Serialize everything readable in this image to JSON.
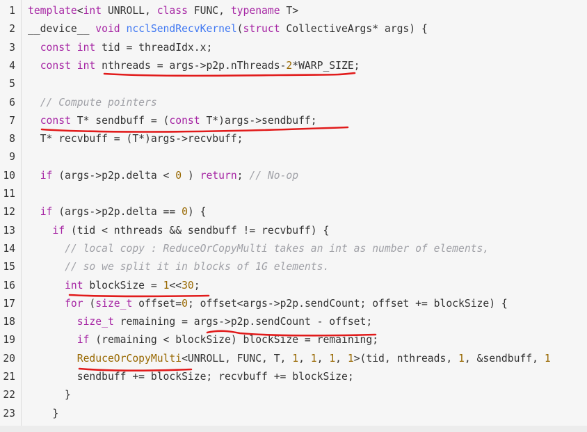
{
  "lines": [
    {
      "n": "1",
      "tokens": [
        {
          "t": "template",
          "c": "kw"
        },
        {
          "t": "<",
          "c": "pl"
        },
        {
          "t": "int",
          "c": "kw"
        },
        {
          "t": " UNROLL, ",
          "c": "pl"
        },
        {
          "t": "class",
          "c": "kw"
        },
        {
          "t": " FUNC, ",
          "c": "pl"
        },
        {
          "t": "typename",
          "c": "kw"
        },
        {
          "t": " T>",
          "c": "pl"
        }
      ]
    },
    {
      "n": "2",
      "tokens": [
        {
          "t": "__device__ ",
          "c": "pl"
        },
        {
          "t": "void",
          "c": "kw"
        },
        {
          "t": " ",
          "c": "pl"
        },
        {
          "t": "ncclSendRecvKernel",
          "c": "fn"
        },
        {
          "t": "(",
          "c": "pl"
        },
        {
          "t": "struct",
          "c": "kw"
        },
        {
          "t": " CollectiveArgs* args) {",
          "c": "pl"
        }
      ]
    },
    {
      "n": "3",
      "tokens": [
        {
          "t": "  ",
          "c": "pl"
        },
        {
          "t": "const",
          "c": "kw"
        },
        {
          "t": " ",
          "c": "pl"
        },
        {
          "t": "int",
          "c": "kw"
        },
        {
          "t": " tid = threadIdx.x;",
          "c": "pl"
        }
      ]
    },
    {
      "n": "4",
      "tokens": [
        {
          "t": "  ",
          "c": "pl"
        },
        {
          "t": "const",
          "c": "kw"
        },
        {
          "t": " ",
          "c": "pl"
        },
        {
          "t": "int",
          "c": "kw"
        },
        {
          "t": " nthreads = args->p2p.nThreads-",
          "c": "pl"
        },
        {
          "t": "2",
          "c": "nm"
        },
        {
          "t": "*WARP_SIZE;",
          "c": "pl"
        }
      ]
    },
    {
      "n": "5",
      "tokens": []
    },
    {
      "n": "6",
      "tokens": [
        {
          "t": "  ",
          "c": "pl"
        },
        {
          "t": "// Compute pointers",
          "c": "cm"
        }
      ]
    },
    {
      "n": "7",
      "tokens": [
        {
          "t": "  ",
          "c": "pl"
        },
        {
          "t": "const",
          "c": "kw"
        },
        {
          "t": " T* sendbuff = (",
          "c": "pl"
        },
        {
          "t": "const",
          "c": "kw"
        },
        {
          "t": " T*)args->sendbuff;",
          "c": "pl"
        }
      ]
    },
    {
      "n": "8",
      "tokens": [
        {
          "t": "  T* recvbuff = (T*)args->recvbuff;",
          "c": "pl"
        }
      ]
    },
    {
      "n": "9",
      "tokens": []
    },
    {
      "n": "10",
      "tokens": [
        {
          "t": "  ",
          "c": "pl"
        },
        {
          "t": "if",
          "c": "kw"
        },
        {
          "t": " (args->p2p.delta < ",
          "c": "pl"
        },
        {
          "t": "0",
          "c": "nm"
        },
        {
          "t": " ) ",
          "c": "pl"
        },
        {
          "t": "return",
          "c": "kw"
        },
        {
          "t": "; ",
          "c": "pl"
        },
        {
          "t": "// No-op",
          "c": "cm"
        }
      ]
    },
    {
      "n": "11",
      "tokens": []
    },
    {
      "n": "12",
      "tokens": [
        {
          "t": "  ",
          "c": "pl"
        },
        {
          "t": "if",
          "c": "kw"
        },
        {
          "t": " (args->p2p.delta == ",
          "c": "pl"
        },
        {
          "t": "0",
          "c": "nm"
        },
        {
          "t": ") {",
          "c": "pl"
        }
      ]
    },
    {
      "n": "13",
      "tokens": [
        {
          "t": "    ",
          "c": "pl"
        },
        {
          "t": "if",
          "c": "kw"
        },
        {
          "t": " (tid < nthreads && sendbuff != recvbuff) {",
          "c": "pl"
        }
      ]
    },
    {
      "n": "14",
      "tokens": [
        {
          "t": "      ",
          "c": "pl"
        },
        {
          "t": "// local copy : ReduceOrCopyMulti takes an int as number of elements,",
          "c": "cm"
        }
      ]
    },
    {
      "n": "15",
      "tokens": [
        {
          "t": "      ",
          "c": "pl"
        },
        {
          "t": "// so we split it in blocks of 1G elements.",
          "c": "cm"
        }
      ]
    },
    {
      "n": "16",
      "tokens": [
        {
          "t": "      ",
          "c": "pl"
        },
        {
          "t": "int",
          "c": "kw"
        },
        {
          "t": " blockSize = ",
          "c": "pl"
        },
        {
          "t": "1",
          "c": "nm"
        },
        {
          "t": "<<",
          "c": "pl"
        },
        {
          "t": "30",
          "c": "nm"
        },
        {
          "t": ";",
          "c": "pl"
        }
      ]
    },
    {
      "n": "17",
      "tokens": [
        {
          "t": "      ",
          "c": "pl"
        },
        {
          "t": "for",
          "c": "kw"
        },
        {
          "t": " (",
          "c": "pl"
        },
        {
          "t": "size_t",
          "c": "kw"
        },
        {
          "t": " offset=",
          "c": "pl"
        },
        {
          "t": "0",
          "c": "nm"
        },
        {
          "t": "; offset<args->p2p.sendCount; offset += blockSize) {",
          "c": "pl"
        }
      ]
    },
    {
      "n": "18",
      "tokens": [
        {
          "t": "        ",
          "c": "pl"
        },
        {
          "t": "size_t",
          "c": "kw"
        },
        {
          "t": " remaining = args->p2p.sendCount - offset;",
          "c": "pl"
        }
      ]
    },
    {
      "n": "19",
      "tokens": [
        {
          "t": "        ",
          "c": "pl"
        },
        {
          "t": "if",
          "c": "kw"
        },
        {
          "t": " (remaining < blockSize) blockSize = remaining;",
          "c": "pl"
        }
      ]
    },
    {
      "n": "20",
      "tokens": [
        {
          "t": "        ",
          "c": "pl"
        },
        {
          "t": "ReduceOrCopyMulti",
          "c": "ty"
        },
        {
          "t": "<UNROLL, FUNC, T, ",
          "c": "pl"
        },
        {
          "t": "1",
          "c": "nm"
        },
        {
          "t": ", ",
          "c": "pl"
        },
        {
          "t": "1",
          "c": "nm"
        },
        {
          "t": ", ",
          "c": "pl"
        },
        {
          "t": "1",
          "c": "nm"
        },
        {
          "t": ", ",
          "c": "pl"
        },
        {
          "t": "1",
          "c": "nm"
        },
        {
          "t": ">(tid, nthreads, ",
          "c": "pl"
        },
        {
          "t": "1",
          "c": "nm"
        },
        {
          "t": ", &sendbuff, ",
          "c": "pl"
        },
        {
          "t": "1",
          "c": "nm"
        }
      ]
    },
    {
      "n": "21",
      "tokens": [
        {
          "t": "        sendbuff += blockSize; recvbuff += blockSize;",
          "c": "pl"
        }
      ]
    },
    {
      "n": "22",
      "tokens": [
        {
          "t": "      }",
          "c": "pl"
        }
      ]
    },
    {
      "n": "23",
      "tokens": [
        {
          "t": "    }",
          "c": "pl"
        }
      ]
    }
  ],
  "colors": {
    "keyword": "#a626a4",
    "type": "#986801",
    "function": "#4078f2",
    "number": "#986801",
    "comment": "#a0a1a7",
    "text": "#333333",
    "annotation": "#e11b1b"
  }
}
